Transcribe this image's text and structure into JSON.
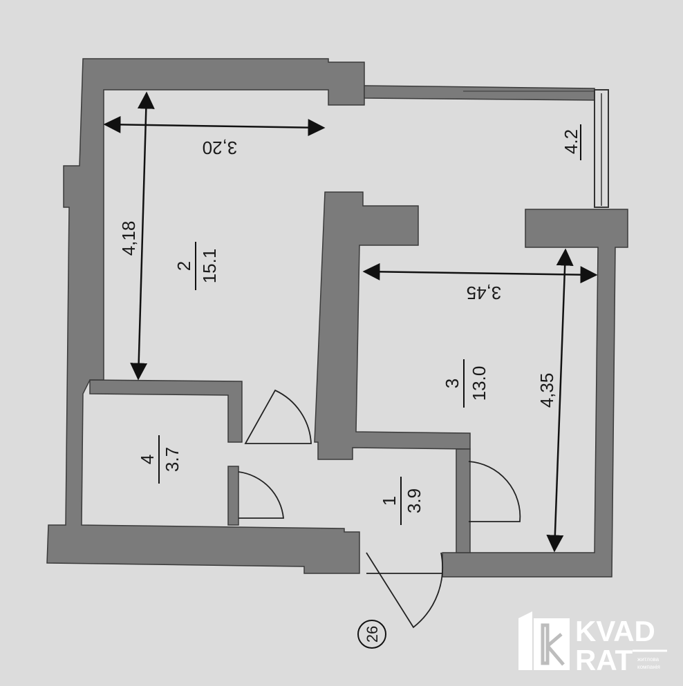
{
  "plan": {
    "apartment_number": "26",
    "dimensions": {
      "room2_width": "3,20",
      "room2_length": "4,18",
      "room3_width": "3,45",
      "room3_length": "4,35"
    },
    "rooms": [
      {
        "number": "2",
        "area": "15.1"
      },
      {
        "number": "3",
        "area": "13.0"
      },
      {
        "number": "4",
        "area": "3.7"
      },
      {
        "number": "1",
        "area": "3.9"
      }
    ],
    "balcony_area": "4.2"
  },
  "logo": {
    "line1": "KVAD",
    "line2": "RAT",
    "tagline1": "житлова",
    "tagline2": "компанія"
  },
  "colors": {
    "paper": "#dcdcdc",
    "wall": "#7b7b7b",
    "logo": "#ffffff"
  }
}
